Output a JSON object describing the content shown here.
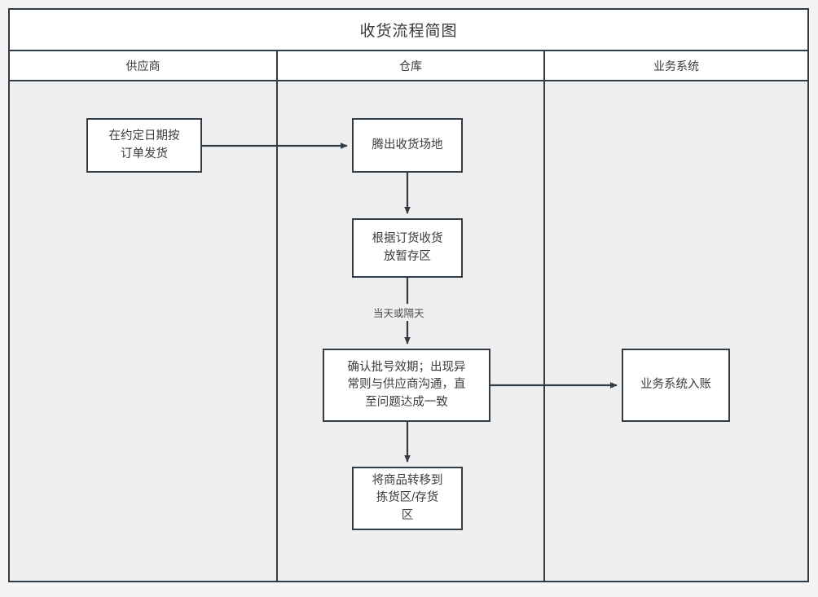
{
  "diagram": {
    "title": "收货流程简图",
    "type": "swimlane-flowchart",
    "colors": {
      "border": "#323c46",
      "lane_body_background": "#efefef",
      "node_fill": "#ffffff",
      "page_background": "#f4f4f4",
      "text": "#3c3c3c"
    },
    "lanes": [
      {
        "id": "supplier",
        "label": "供应商"
      },
      {
        "id": "warehouse",
        "label": "仓库"
      },
      {
        "id": "business-system",
        "label": "业务系统"
      }
    ],
    "nodes": [
      {
        "id": "n1",
        "lane": "supplier",
        "label": "在约定日期按\n订单发货"
      },
      {
        "id": "n2",
        "lane": "warehouse",
        "label": "腾出收货场地"
      },
      {
        "id": "n3",
        "lane": "warehouse",
        "label": "根据订货收货\n放暂存区"
      },
      {
        "id": "n4",
        "lane": "warehouse",
        "label": "确认批号效期；出现异\n常则与供应商沟通，直\n至问题达成一致"
      },
      {
        "id": "n5",
        "lane": "warehouse",
        "label": "将商品转移到\n拣货区/存货\n区"
      },
      {
        "id": "n6",
        "lane": "business-system",
        "label": "业务系统入账"
      }
    ],
    "edges": [
      {
        "id": "e1",
        "from": "n1",
        "to": "n2",
        "label": ""
      },
      {
        "id": "e2",
        "from": "n2",
        "to": "n3",
        "label": ""
      },
      {
        "id": "e3",
        "from": "n3",
        "to": "n4",
        "label": "当天或隔天"
      },
      {
        "id": "e4",
        "from": "n4",
        "to": "n6",
        "label": ""
      },
      {
        "id": "e5",
        "from": "n4",
        "to": "n5",
        "label": ""
      }
    ]
  }
}
